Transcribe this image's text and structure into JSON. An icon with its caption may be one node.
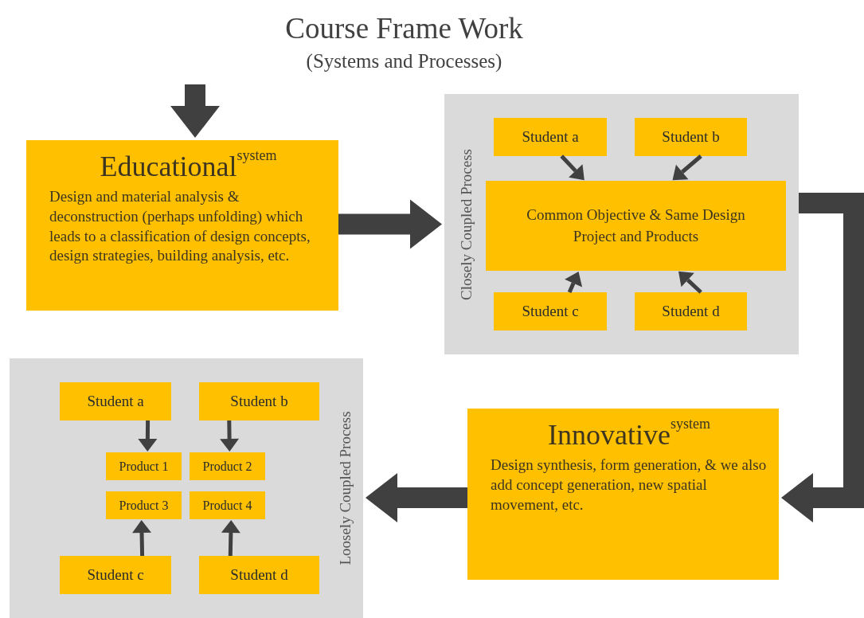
{
  "diagram": {
    "title": "Course Frame Work",
    "nodes": [
      {
        "text": [
          "Educational$^{system}$",
          "Design and material analysis & deconstruction (perhaps unfolding) which leads to a classification of design concepts, design strategies, building analysis, etc."
        ]
      },
      {
        "text": [
          "Closely Coupled Process"
        ]
      },
      {
        "text": [
          "Student a"
        ],
        "in": 1
      },
      {
        "text": [
          "Student b"
        ],
        "in": 1
      },
      {
        "text": [
          "Common Objective & Same Design Project and Products"
        ],
        "in": 1
      },
      {
        "text": [
          "Student c"
        ],
        "in": 1
      },
      {
        "text": [
          "Student d"
        ],
        "in": 1
      },
      {
        "text": [
          "Innovative$^{system}$",
          "Design synthesis, form generation, & we also add concept generation, new spatial movement, etc."
        ]
      },
      {
        "text": [
          "Loosely Coupled Process"
        ]
      },
      {
        "text": [
          "Student a"
        ],
        "in": 8
      },
      {
        "text": [
          "Student b"
        ],
        "in": 8
      },
      {
        "text": [
          "Product 1"
        ],
        "in": 8
      },
      {
        "text": [
          "Product 2"
        ],
        "in": 8
      },
      {
        "text": [
          "Product 3"
        ],
        "in": 8
      },
      {
        "text": [
          "Product 4"
        ],
        "in": 8
      },
      {
        "text": [
          "Student c"
        ],
        "in": 8
      },
      {
        "text": [
          "Student d"
        ],
        "in": 8
      }
    ],
    "edges": [
      {
        "from": null,
        "to": 0,
        "arrow": "to",
        "style": "thick"
      },
      {
        "from": 0,
        "to": 1,
        "arrow": "to",
        "style": "thick"
      },
      {
        "from": 1,
        "to": 7,
        "arrow": "to",
        "style": "thick"
      },
      {
        "from": 7,
        "to": 8,
        "arrow": "to",
        "style": "thick"
      },
      {
        "from": 2,
        "to": 4,
        "arrow": "to"
      },
      {
        "from": 3,
        "to": 4,
        "arrow": "to"
      },
      {
        "from": 5,
        "to": 4,
        "arrow": "to"
      },
      {
        "from": 6,
        "to": 4,
        "arrow": "to"
      },
      {
        "from": 9,
        "to": 11,
        "arrow": "to"
      },
      {
        "from": 10,
        "to": 12,
        "arrow": "to"
      },
      {
        "from": 15,
        "to": 13,
        "arrow": "to"
      },
      {
        "from": 16,
        "to": 14,
        "arrow": "to"
      }
    ],
    "labels": [
      "(Systems and Processes)"
    ]
  }
}
